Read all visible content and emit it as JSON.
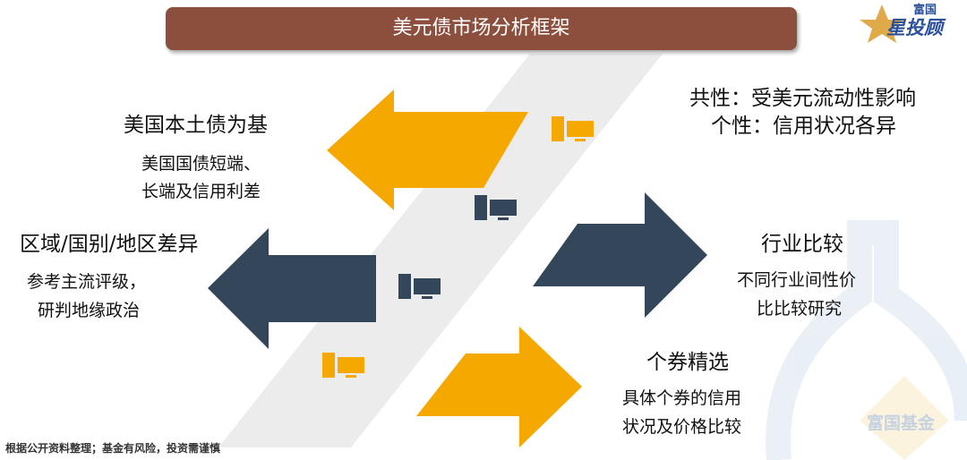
{
  "title": "美元债市场分析框架",
  "logo": {
    "top": "富国",
    "bottom": "星投顾"
  },
  "watermark": "富国基金",
  "common": {
    "line1": "共性：受美元流动性影响",
    "line2": "个性：信用状况各异"
  },
  "blocks": {
    "us_domestic": {
      "heading": "美国本土债为基",
      "line1": "美国国债短端、",
      "line2": "长端及信用利差"
    },
    "regional": {
      "heading": "区域/国别/地区差异",
      "line1": "参考主流评级，",
      "line2": "研判地缘政治"
    },
    "industry": {
      "heading": "行业比较",
      "line1": "不同行业间性价",
      "line2": "比比较研究"
    },
    "individual": {
      "heading": "个券精选",
      "line1": "具体个券的信用",
      "line2": "状况及价格比较"
    }
  },
  "footer": "根据公开资料整理；基金有风险，投资需谨慎",
  "colors": {
    "orange": "#f5a800",
    "navy": "#34475a",
    "brown": "#8d4f3d",
    "band": "#ececec"
  }
}
